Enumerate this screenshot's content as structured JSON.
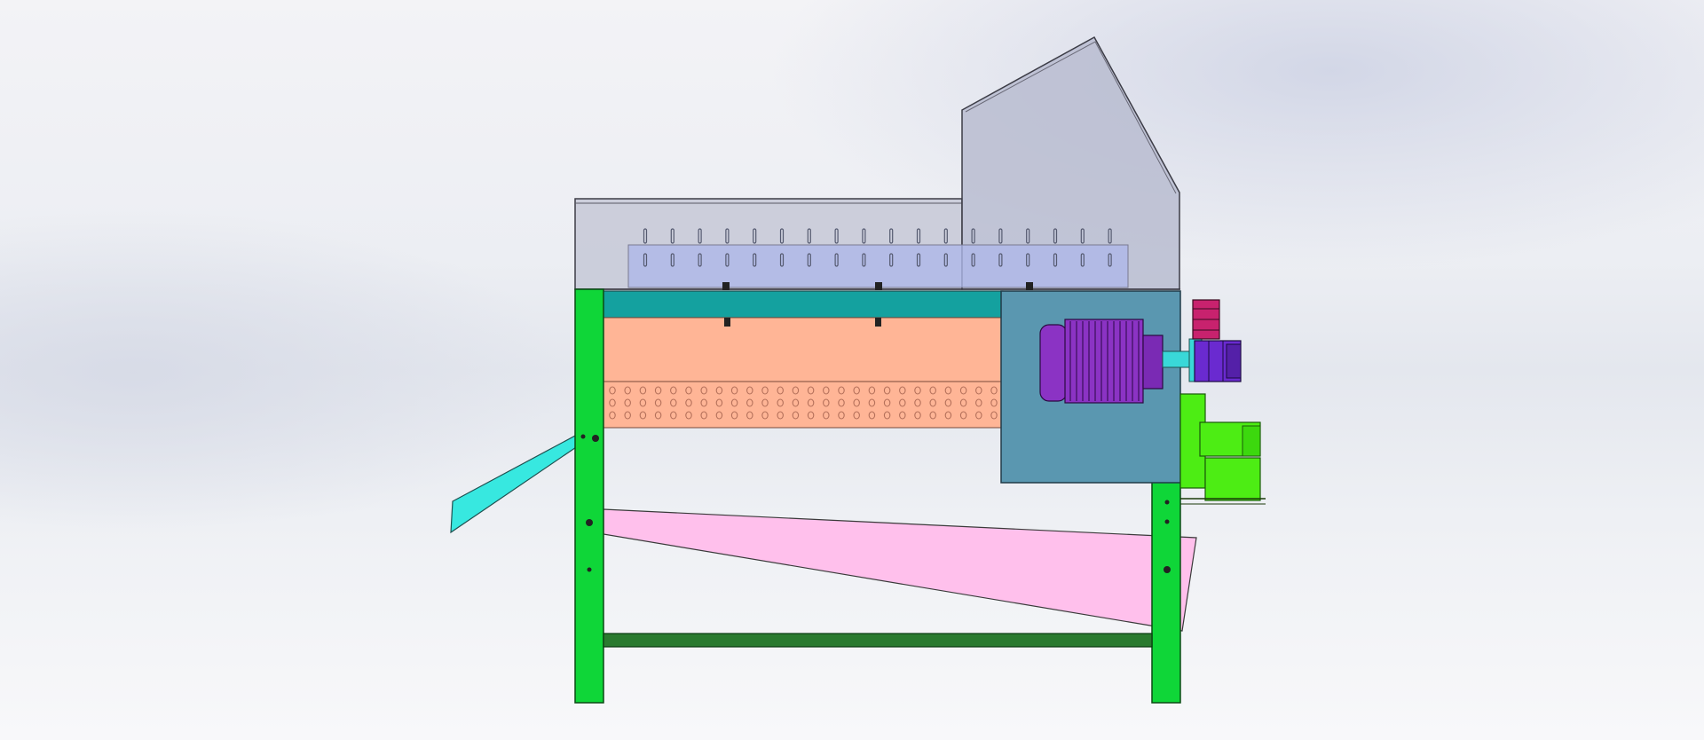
{
  "view": {
    "background": "gradient-grey",
    "colors": {
      "hood": "#c0c3d3",
      "hood_edge": "#3c3c46",
      "inner_blue": "#aeb8e8",
      "frame_green": "#0fd638",
      "crossbar_green": "#2a7a2f",
      "top_band": "#14a19f",
      "drum_orange": "#ffb596",
      "drum_hole": "#b4705a",
      "panel_blue": "#5a97b0",
      "motor_purple": "#8b33c4",
      "motor_purple_dark": "#6c219c",
      "pulley_magenta": "#c8226e",
      "pulley_violet": "#6a2ad0",
      "shaft_cyan": "#39d8d8",
      "chute_cyan": "#37e8e0",
      "tray_pink": "#ffc0ec",
      "blower_green": "#4ded14"
    }
  },
  "parts": {
    "hood": "hood",
    "hopper": "hopper",
    "tooth_row": "tooth-row",
    "frame": "frame",
    "drum": "drum",
    "motor": "motor",
    "blower": "blower",
    "chute": "chute",
    "tray": "tray"
  }
}
